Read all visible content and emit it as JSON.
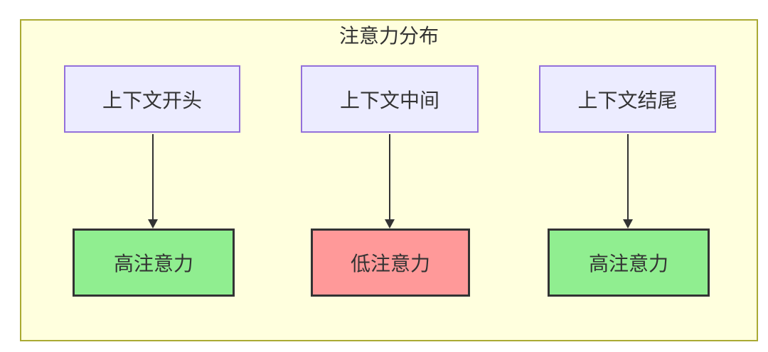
{
  "diagram": {
    "title": "注意力分布",
    "colors": {
      "canvas_bg": "#ffffff",
      "cluster_fill": "#ffffde",
      "cluster_border": "#aaaa33",
      "context_fill": "#ececff",
      "context_border": "#9370db",
      "high_attention_fill": "#90ee90",
      "low_attention_fill": "#ff9999",
      "attention_border": "#333333",
      "text": "#333333",
      "arrow": "#333333"
    },
    "context_nodes": [
      {
        "id": "context-start",
        "label": "上下文开头"
      },
      {
        "id": "context-middle",
        "label": "上下文中间"
      },
      {
        "id": "context-end",
        "label": "上下文结尾"
      }
    ],
    "attention_nodes": [
      {
        "id": "attention-start",
        "label": "高注意力",
        "level": "high"
      },
      {
        "id": "attention-middle",
        "label": "低注意力",
        "level": "low"
      },
      {
        "id": "attention-end",
        "label": "高注意力",
        "level": "high"
      }
    ],
    "edges": [
      {
        "from": "context-start",
        "to": "attention-start"
      },
      {
        "from": "context-middle",
        "to": "attention-middle"
      },
      {
        "from": "context-end",
        "to": "attention-end"
      }
    ]
  }
}
